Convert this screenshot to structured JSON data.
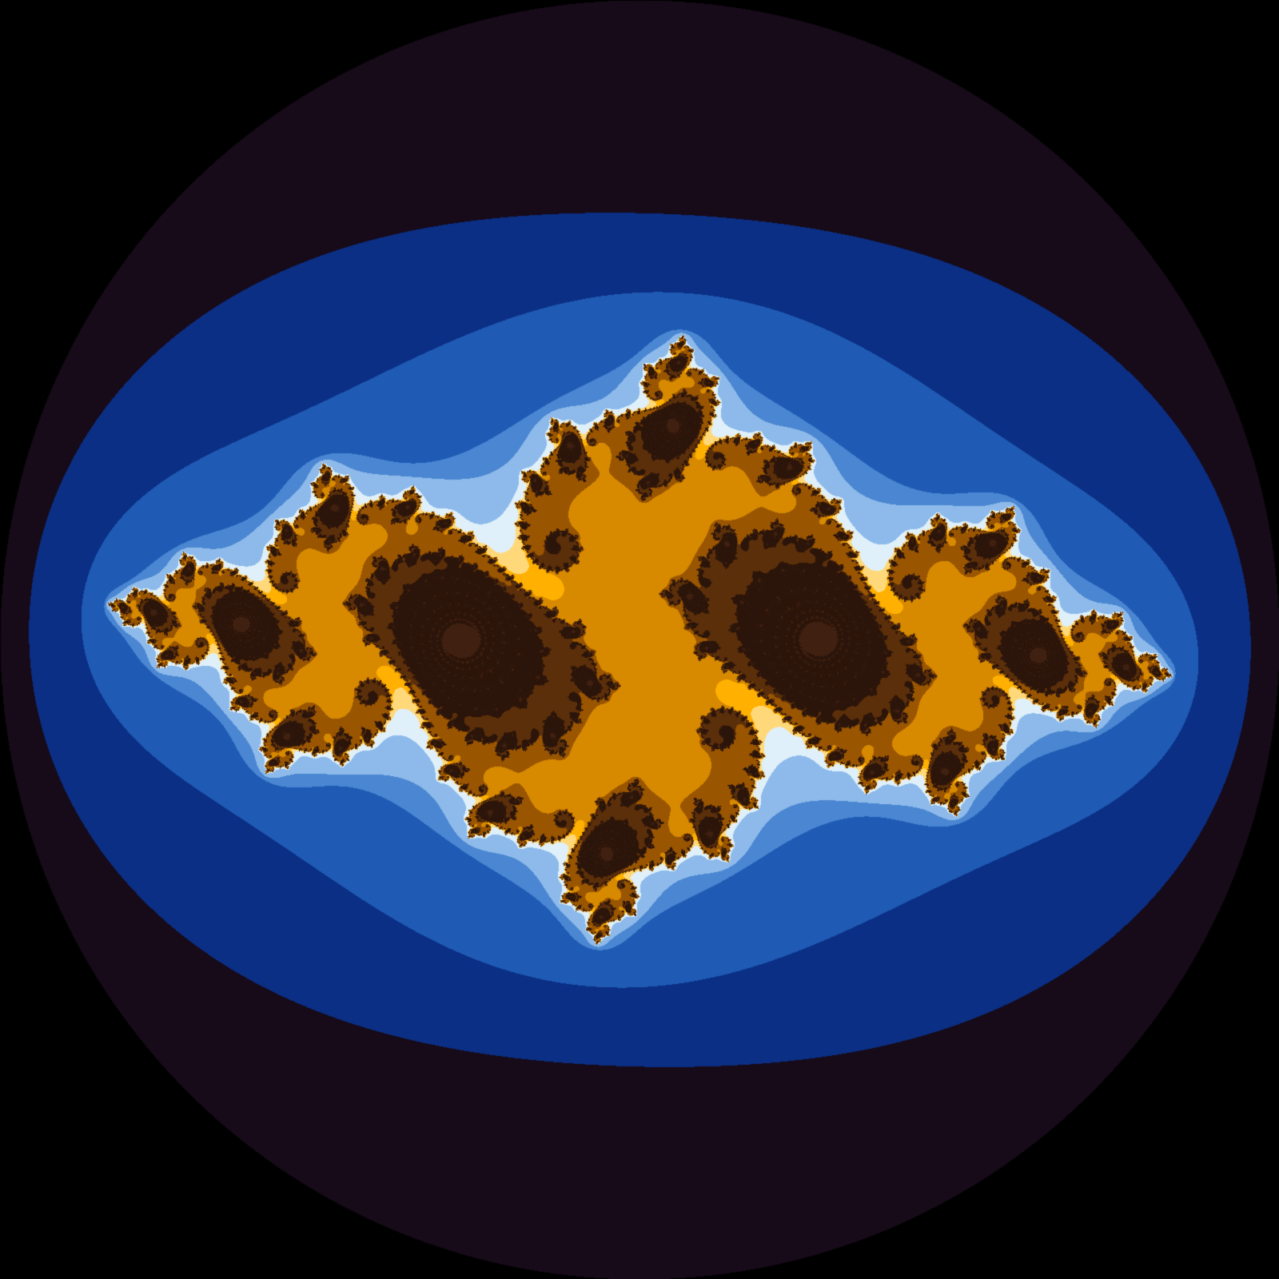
{
  "image": {
    "kind": "fractal render",
    "subject": "Julia set",
    "background_color": "#000000",
    "disc_color": "#170a19"
  },
  "fractal": {
    "c_real": -0.75,
    "c_imag": 0.11,
    "center_real": 0.0,
    "center_imag": 0.0,
    "view_span": 3.6,
    "rotation_deg": -6,
    "max_iterations": 220,
    "escape_radius": 2.2
  },
  "palette": {
    "bands": [
      "#1a0e1e",
      "#06093d",
      "#03105f",
      "#0a2f84",
      "#1f5ab5",
      "#4a86d1",
      "#8dbaea",
      "#dff0fb",
      "#ffd87a",
      "#ffb000",
      "#d78a00",
      "#9a5500",
      "#5b2f0a",
      "#2b1409"
    ],
    "interior_color": "#402010",
    "icons": [
      "swirl-icon",
      "spiral-icon"
    ]
  }
}
